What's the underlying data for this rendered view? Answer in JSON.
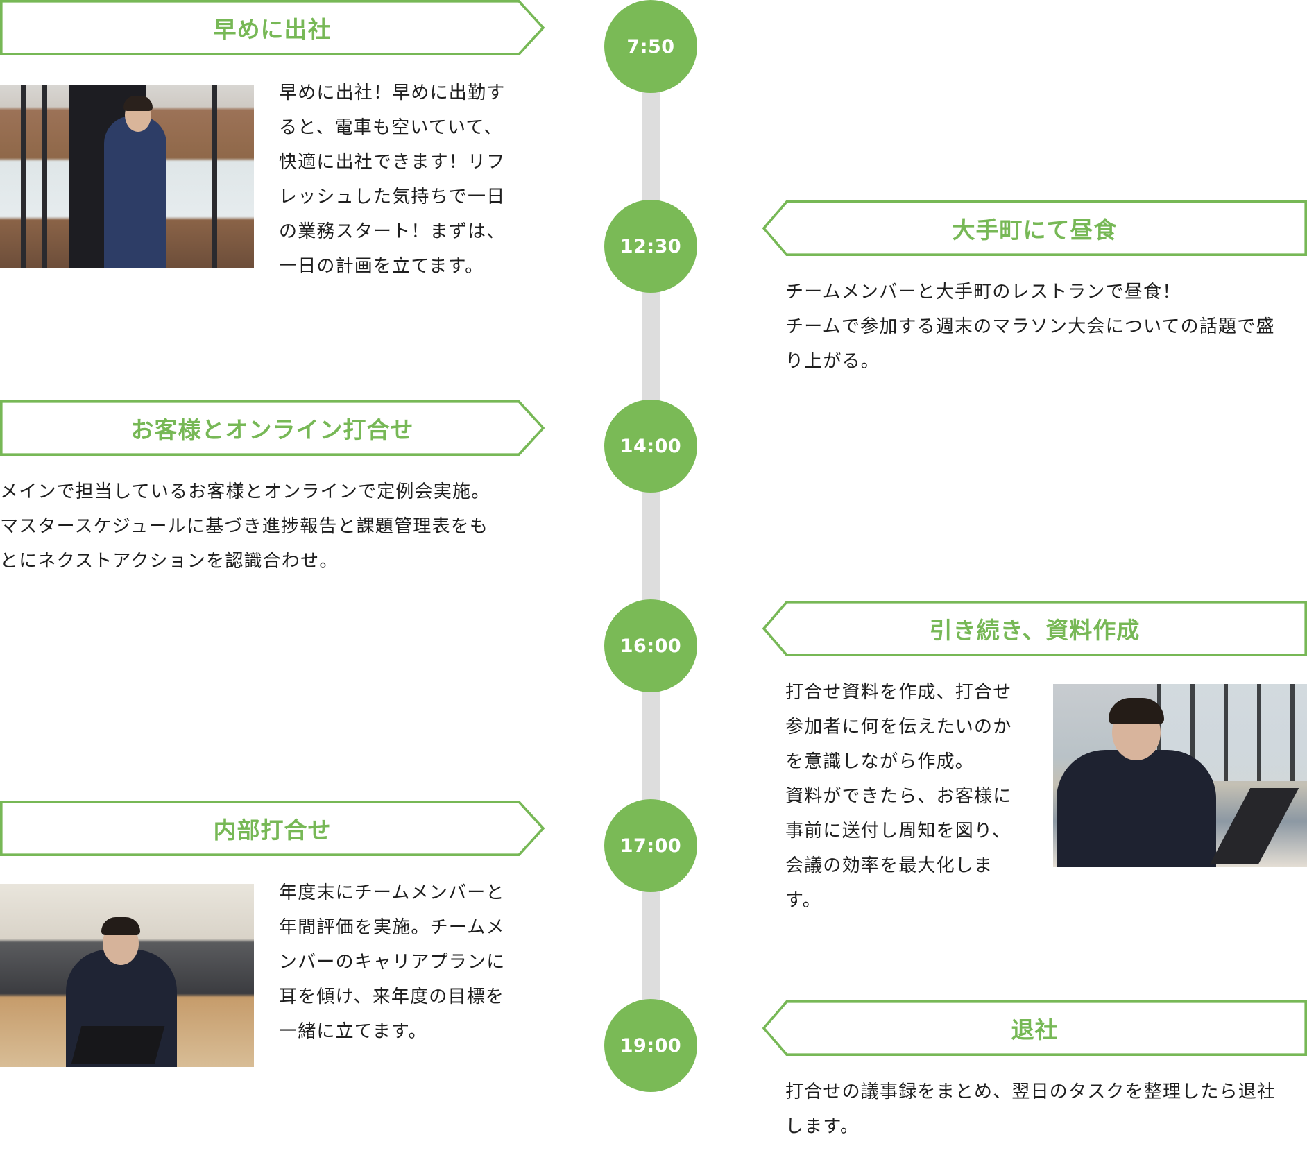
{
  "colors": {
    "accent": "#77b856",
    "circle": "#7aba56",
    "timeline": "#dddddd",
    "text": "#1e1e1e"
  },
  "schedule": [
    {
      "time": "7:50",
      "title": "早めに出社",
      "side": "left",
      "body": "早めに出社！早めに出勤す\nると、電車も空いていて、\n快適に出社できます！リフ\nレッシュした気持ちで一日\nの業務スタート！まずは、\n一日の計画を立てます。",
      "photo": "man-walking-in-office-photo"
    },
    {
      "time": "12:30",
      "title": "大手町にて昼食",
      "side": "right",
      "body": "チームメンバーと大手町のレストランで昼食！\nチームで参加する週末のマラソン大会についての話題で盛\nり上がる。"
    },
    {
      "time": "14:00",
      "title": "お客様とオンライン打合せ",
      "side": "left",
      "body": "メインで担当しているお客様とオンラインで定例会実施。\nマスタースケジュールに基づき進捗報告と課題管理表をも\nとにネクストアクションを認識合わせ。"
    },
    {
      "time": "16:00",
      "title": "引き続き、資料作成",
      "side": "right",
      "body": "打合せ資料を作成、打合せ\n参加者に何を伝えたいのか\nを意識しながら作成。\n資料ができたら、お客様に\n事前に送付し周知を図り、\n会議の効率を最大化しま\nす。",
      "photo": "man-typing-on-laptop-photo"
    },
    {
      "time": "17:00",
      "title": "内部打合せ",
      "side": "left",
      "body": "年度末にチームメンバーと\n年間評価を実施。チームメ\nンバーのキャリアプランに\n耳を傾け、来年度の目標を\n一緒に立てます。",
      "photo": "man-at-table-with-laptop-photo"
    },
    {
      "time": "19:00",
      "title": "退社",
      "side": "right",
      "body": "打合せの議事録をまとめ、翌日のタスクを整理したら退社\nします。"
    }
  ]
}
